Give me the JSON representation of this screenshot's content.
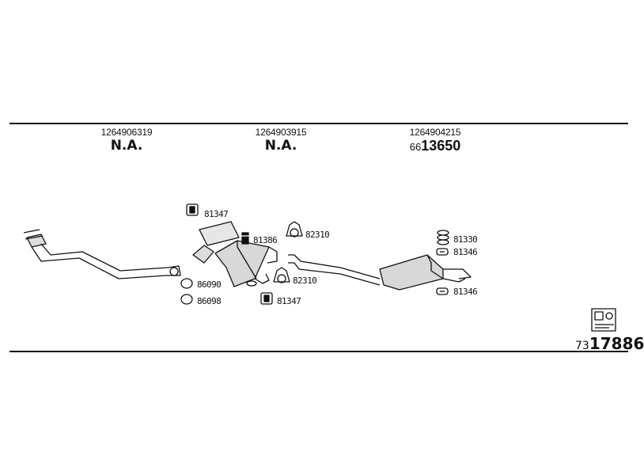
{
  "columns": [
    {
      "part_number": "1264906319",
      "code": "N.A."
    },
    {
      "part_number": "1264903915",
      "code": "N.A."
    },
    {
      "part_number": "1264904215",
      "code_prefix": "66",
      "code_main": "13650"
    }
  ],
  "labels": {
    "clamp_81347_top": "81347",
    "bolt_81386": "81386",
    "clamp_82310_top": "82310",
    "ring_86090": "86090",
    "ring_86098": "86098",
    "clamp_82310_bottom": "82310",
    "clamp_81347_bottom": "81347",
    "spring_81330": "81330",
    "mount_81346_top": "81346",
    "mount_81346_bottom": "81346"
  },
  "reference": {
    "prefix": "73",
    "main": "17886"
  }
}
